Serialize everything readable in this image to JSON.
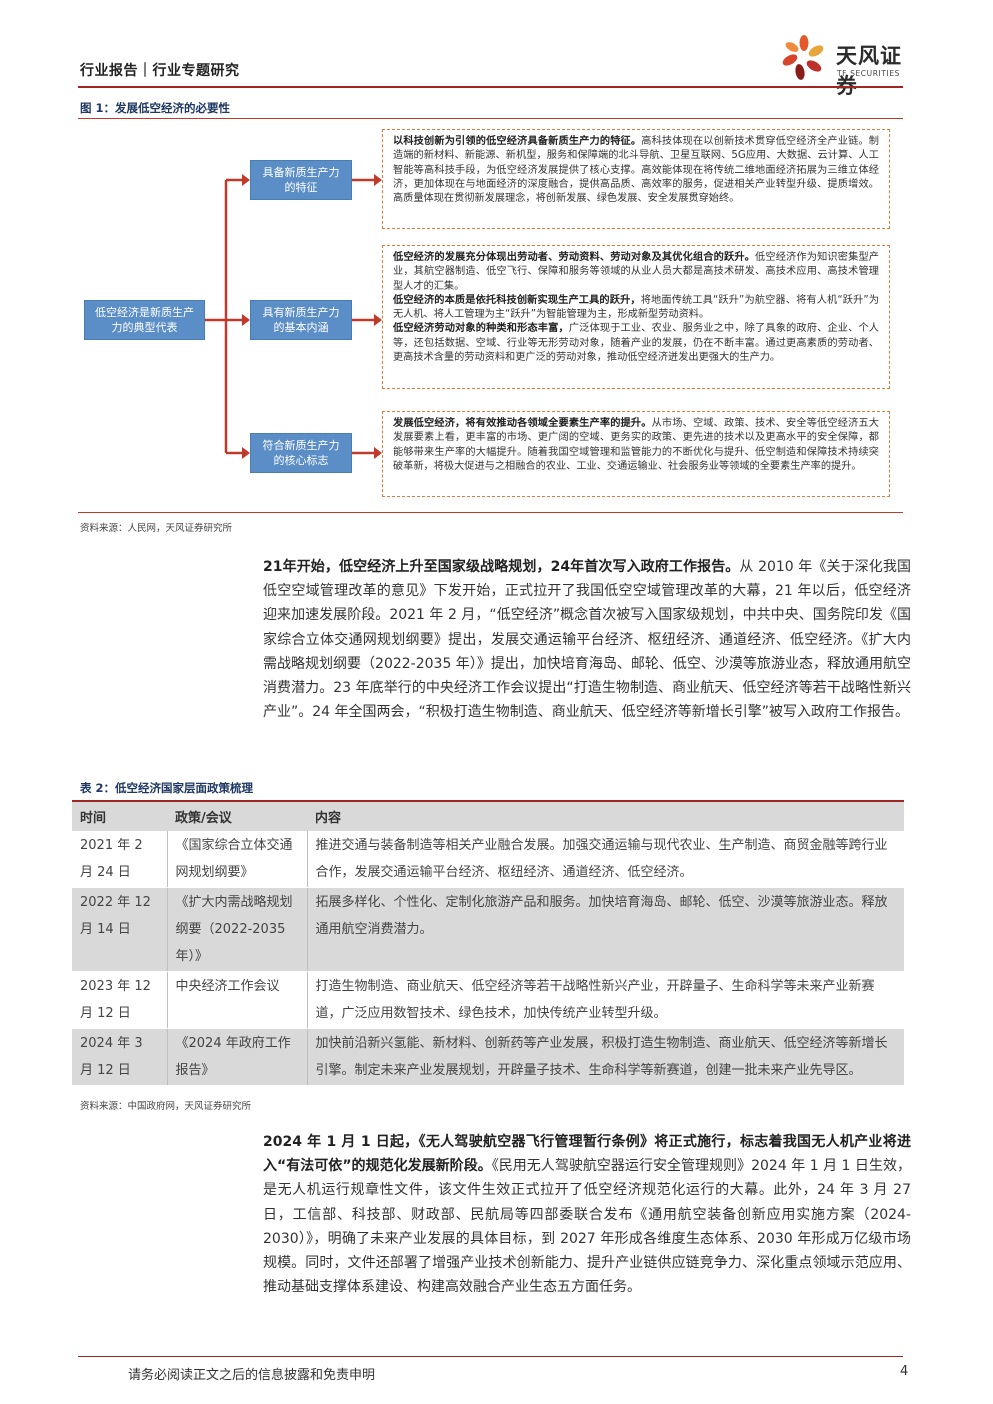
{
  "header": {
    "title": "行业报告｜行业专题研究",
    "logo_cn": "天风证券",
    "logo_en": "TF SECURITIES"
  },
  "figure1": {
    "caption": "图 1：发展低空经济的必要性",
    "root_label": "低空经济是新质生产力的典型代表",
    "branches": [
      {
        "label": "具备新质生产力的特征",
        "text_lead": "以科技创新为引领的低空经济具备新质生产力的特征。",
        "text": "高科技体现在以创新技术贯穿低空经济全产业链。制造端的新材料、新能源、新机型，服务和保障端的北斗导航、卫星互联网、5G应用、大数据、云计算、人工智能等高科技手段，为低空经济发展提供了核心支撑。高效能体现在将传统二维地面经济拓展为三维立体经济，更加体现在与地面经济的深度融合，提供高品质、高效率的服务，促进相关产业转型升级、提质增效。高质量体现在贯彻新发展理念，将创新发展、绿色发展、安全发展贯穿始终。"
      },
      {
        "label": "具有新质生产力的基本内涵",
        "p1_lead": "低空经济的发展充分体现出劳动者、劳动资料、劳动对象及其优化组合的跃升。",
        "p1": "低空经济作为知识密集型产业，其航空器制造、低空飞行、保障和服务等领域的从业人员大都是高技术研发、高技术应用、高技术管理型人才的汇集。",
        "p2_lead": "低空经济的本质是依托科技创新实现生产工具的跃升，",
        "p2": "将地面传统工具“跃升”为航空器、将有人机“跃升”为无人机、将人工管理为主“跃升”为智能管理为主，形成新型劳动资料。",
        "p3_lead": "低空经济劳动对象的种类和形态丰富，",
        "p3": "广泛体现于工业、农业、服务业之中，除了具象的政府、企业、个人等，还包括数据、空域、行业等无形劳动对象，随着产业的发展，仍在不断丰富。通过更高素质的劳动者、更高技术含量的劳动资料和更广泛的劳动对象，推动低空经济迸发出更强大的生产力。"
      },
      {
        "label": "符合新质生产力的核心标志",
        "text_lead": "发展低空经济，将有效推动各领域全要素生产率的提升。",
        "text": "从市场、空域、政策、技术、安全等低空经济五大发展要素上看，更丰富的市场、更广阔的空域、更务实的政策、更先进的技术以及更高水平的安全保障，都能够带来生产率的大幅提升。随着我国空域管理和监管能力的不断优化与提升、低空制造和保障技术持续突破革新，将极大促进与之相融合的农业、工业、交通运输业、社会服务业等领域的全要素生产率的提升。"
      }
    ],
    "source": "资料来源：人民网，天风证券研究所"
  },
  "para1": {
    "lead": "21年开始，低空经济上升至国家级战略规划，24年首次写入政府工作报告。",
    "text": "从 2010 年《关于深化我国低空空域管理改革的意见》下发开始，正式拉开了我国低空空域管理改革的大幕，21 年以后，低空经济迎来加速发展阶段。2021 年 2 月，“低空经济”概念首次被写入国家级规划，中共中央、国务院印发《国家综合立体交通网规划纲要》提出，发展交通运输平台经济、枢纽经济、通道经济、低空经济。《扩大内需战略规划纲要（2022-2035 年）》提出，加快培育海岛、邮轮、低空、沙漠等旅游业态，释放通用航空消费潜力。23 年底举行的中央经济工作会议提出“打造生物制造、商业航天、低空经济等若干战略性新兴产业”。24 年全国两会，“积极打造生物制造、商业航天、低空经济等新增长引擎”被写入政府工作报告。"
  },
  "table2": {
    "caption": "表 2：低空经济国家层面政策梳理",
    "headers": [
      "时间",
      "政策/会议",
      "内容"
    ],
    "rows": [
      [
        "2021 年 2 月 24 日",
        "《国家综合立体交通网规划纲要》",
        "推进交通与装备制造等相关产业融合发展。加强交通运输与现代农业、生产制造、商贸金融等跨行业合作，发展交通运输平台经济、枢纽经济、通道经济、低空经济。"
      ],
      [
        "2022 年 12 月 14 日",
        "《扩大内需战略规划纲要（2022-2035 年）》",
        "拓展多样化、个性化、定制化旅游产品和服务。加快培育海岛、邮轮、低空、沙漠等旅游业态。释放通用航空消费潜力。"
      ],
      [
        "2023 年 12 月 12 日",
        "中央经济工作会议",
        "打造生物制造、商业航天、低空经济等若干战略性新兴产业，开辟量子、生命科学等未来产业新赛道，广泛应用数智技术、绿色技术，加快传统产业转型升级。"
      ],
      [
        "2024 年 3 月 12 日",
        "《2024 年政府工作报告》",
        "加快前沿新兴氢能、新材料、创新药等产业发展，积极打造生物制造、商业航天、低空经济等新增长引擎。制定未来产业发展规划，开辟量子技术、生命科学等新赛道，创建一批未来产业先导区。"
      ]
    ],
    "source": "资料来源：中国政府网，天风证券研究所"
  },
  "para2": {
    "lead": "2024 年 1 月 1 日起，《无人驾驶航空器飞行管理暂行条例》将正式施行，标志着我国无人机产业将进入“有法可依”的规范化发展新阶段。",
    "text": "《民用无人驾驶航空器运行安全管理规则》2024 年 1 月 1 日生效，是无人机运行规章性文件，该文件生效正式拉开了低空经济规范化运行的大幕。此外，24 年 3 月 27 日，工信部、科技部、财政部、民航局等四部委联合发布《通用航空装备创新应用实施方案（2024-2030）》，明确了未来产业发展的具体目标，到 2027 年形成各维度生态体系、2030 年形成万亿级市场规模。同时，文件还部署了增强产业技术创新能力、提升产业链供应链竞争力、深化重点领域示范应用、推动基础支撑体系建设、构建高效融合产业生态五方面任务。"
  },
  "footer": {
    "disclaimer": "请务必阅读正文之后的信息披露和免责申明",
    "page": "4"
  },
  "colors": {
    "brand_red": "#a02622",
    "box_blue": "#5b8ec6",
    "dashed_orange": "#e07b39",
    "caption_navy": "#1f3864"
  }
}
